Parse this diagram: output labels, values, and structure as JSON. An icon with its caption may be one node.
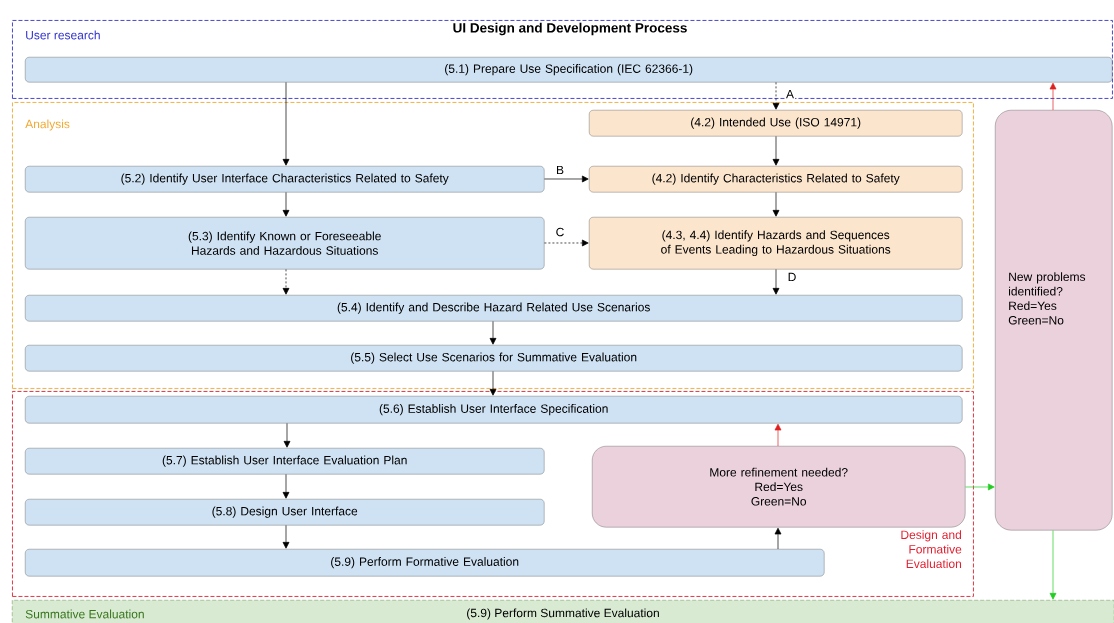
{
  "diagram": {
    "title": "UI Design and Development Process",
    "nodes": [
      {
        "text": [
          "User research"
        ]
      },
      {
        "text": [
          "(5.1) Prepare Use Specification (IEC 62366-1)"
        ],
        "in": 0
      },
      {
        "text": [
          "Analysis"
        ]
      },
      {
        "text": [
          "(4.2) Intended Use (ISO 14971)"
        ],
        "in": 2
      },
      {
        "text": [
          "(5.2) Identify User Interface Characteristics Related to Safety"
        ],
        "in": 2
      },
      {
        "text": [
          "(4.2) Identify Characteristics Related to Safety"
        ],
        "in": 2
      },
      {
        "text": [
          "(5.3) Identify Known or Foreseeable Hazards and Hazardous Situations"
        ],
        "in": 2
      },
      {
        "text": [
          "(4.3, 4.4) Identify Hazards and Sequences of Events Leading to Hazardous Situations"
        ],
        "in": 2
      },
      {
        "text": [
          "(5.4) Identify and Describe Hazard Related Use Scenarios"
        ],
        "in": 2
      },
      {
        "text": [
          "(5.5) Select Use Scenarios for Summative Evaluation"
        ],
        "in": 2
      },
      {
        "text": [
          "New problems identified?",
          "Red=Yes",
          "Green=No"
        ]
      },
      {
        "text": [
          "Design and Formative Evaluation"
        ]
      },
      {
        "text": [
          "(5.6) Establish User Interface Specification"
        ],
        "in": 11
      },
      {
        "text": [
          "(5.7) Establish User Interface Evaluation Plan"
        ],
        "in": 11
      },
      {
        "text": [
          "More refinement needed?",
          "Red=Yes",
          "Green=No"
        ],
        "in": 11
      },
      {
        "text": [
          "(5.8) Design User Interface"
        ],
        "in": 11
      },
      {
        "text": [
          "(5.9) Perform Formative Evaluation"
        ],
        "in": 11
      },
      {
        "text": [
          "Summative Evaluation",
          "(5.9) Perform Summative Evaluation"
        ]
      }
    ],
    "edges": [
      {
        "from": 1,
        "to": 4,
        "arrow": "to"
      },
      {
        "from": 1,
        "to": 3,
        "arrow": "to",
        "label": "A",
        "style": "dashed"
      },
      {
        "from": 4,
        "to": 6,
        "arrow": "to"
      },
      {
        "from": 4,
        "to": 5,
        "arrow": "to",
        "label": "B"
      },
      {
        "from": 6,
        "to": 7,
        "arrow": "to",
        "label": "C",
        "style": "dashed"
      },
      {
        "from": 3,
        "to": 5,
        "arrow": "to"
      },
      {
        "from": 5,
        "to": 7,
        "arrow": "to"
      },
      {
        "from": 7,
        "to": 8,
        "arrow": "to",
        "label": "D"
      },
      {
        "from": 6,
        "to": 8,
        "arrow": "to",
        "style": "dashed"
      },
      {
        "from": 8,
        "to": 9,
        "arrow": "to"
      },
      {
        "from": 9,
        "to": 12,
        "arrow": "to"
      },
      {
        "from": 12,
        "to": 13,
        "arrow": "to"
      },
      {
        "from": 13,
        "to": 15,
        "arrow": "to"
      },
      {
        "from": 15,
        "to": 16,
        "arrow": "to"
      },
      {
        "from": 16,
        "to": 14,
        "arrow": "to"
      },
      {
        "from": 14,
        "to": 12,
        "arrow": "to",
        "color": "#e02020"
      },
      {
        "from": 14,
        "to": 10,
        "arrow": "to",
        "color": "#22cc22"
      },
      {
        "from": 10,
        "to": 1,
        "arrow": "to",
        "color": "#e02020"
      },
      {
        "from": 10,
        "to": 17,
        "arrow": "to",
        "color": "#22cc22"
      }
    ]
  }
}
